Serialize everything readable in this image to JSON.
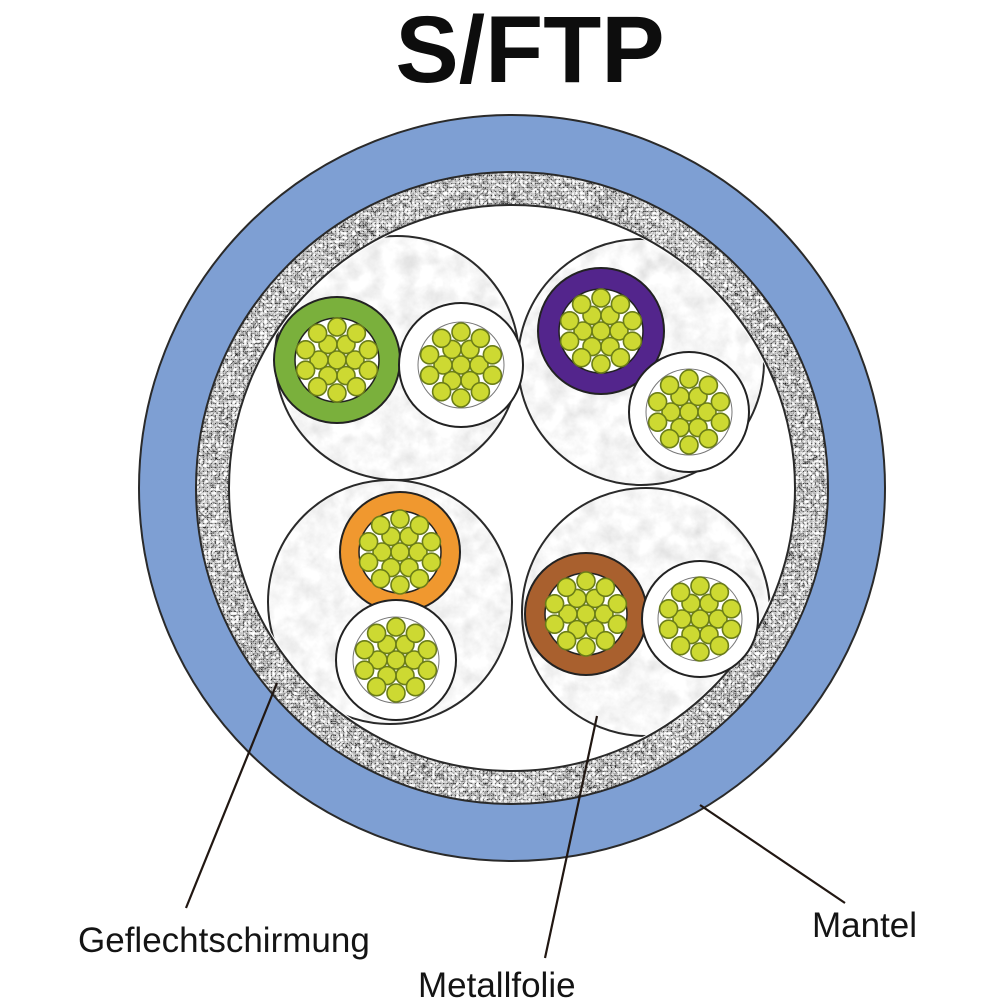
{
  "title": "S/FTP",
  "annotations": {
    "braid": "Geflechtschirmung",
    "foil": "Metallfolie",
    "jacket": "Mantel"
  },
  "colors": {
    "jacket": "#7e9fd3",
    "braid_base": "#8c8c8c",
    "foil_base": "#d9d9d9",
    "wire_green": "#7ab03c",
    "wire_violet": "#53258c",
    "wire_orange": "#f0982f",
    "wire_brown": "#a9602e",
    "wire_white": "#ffffff",
    "strand_fill": "#cdd932",
    "strand_stroke": "#6b7d18",
    "outline": "#1f1f1f"
  }
}
